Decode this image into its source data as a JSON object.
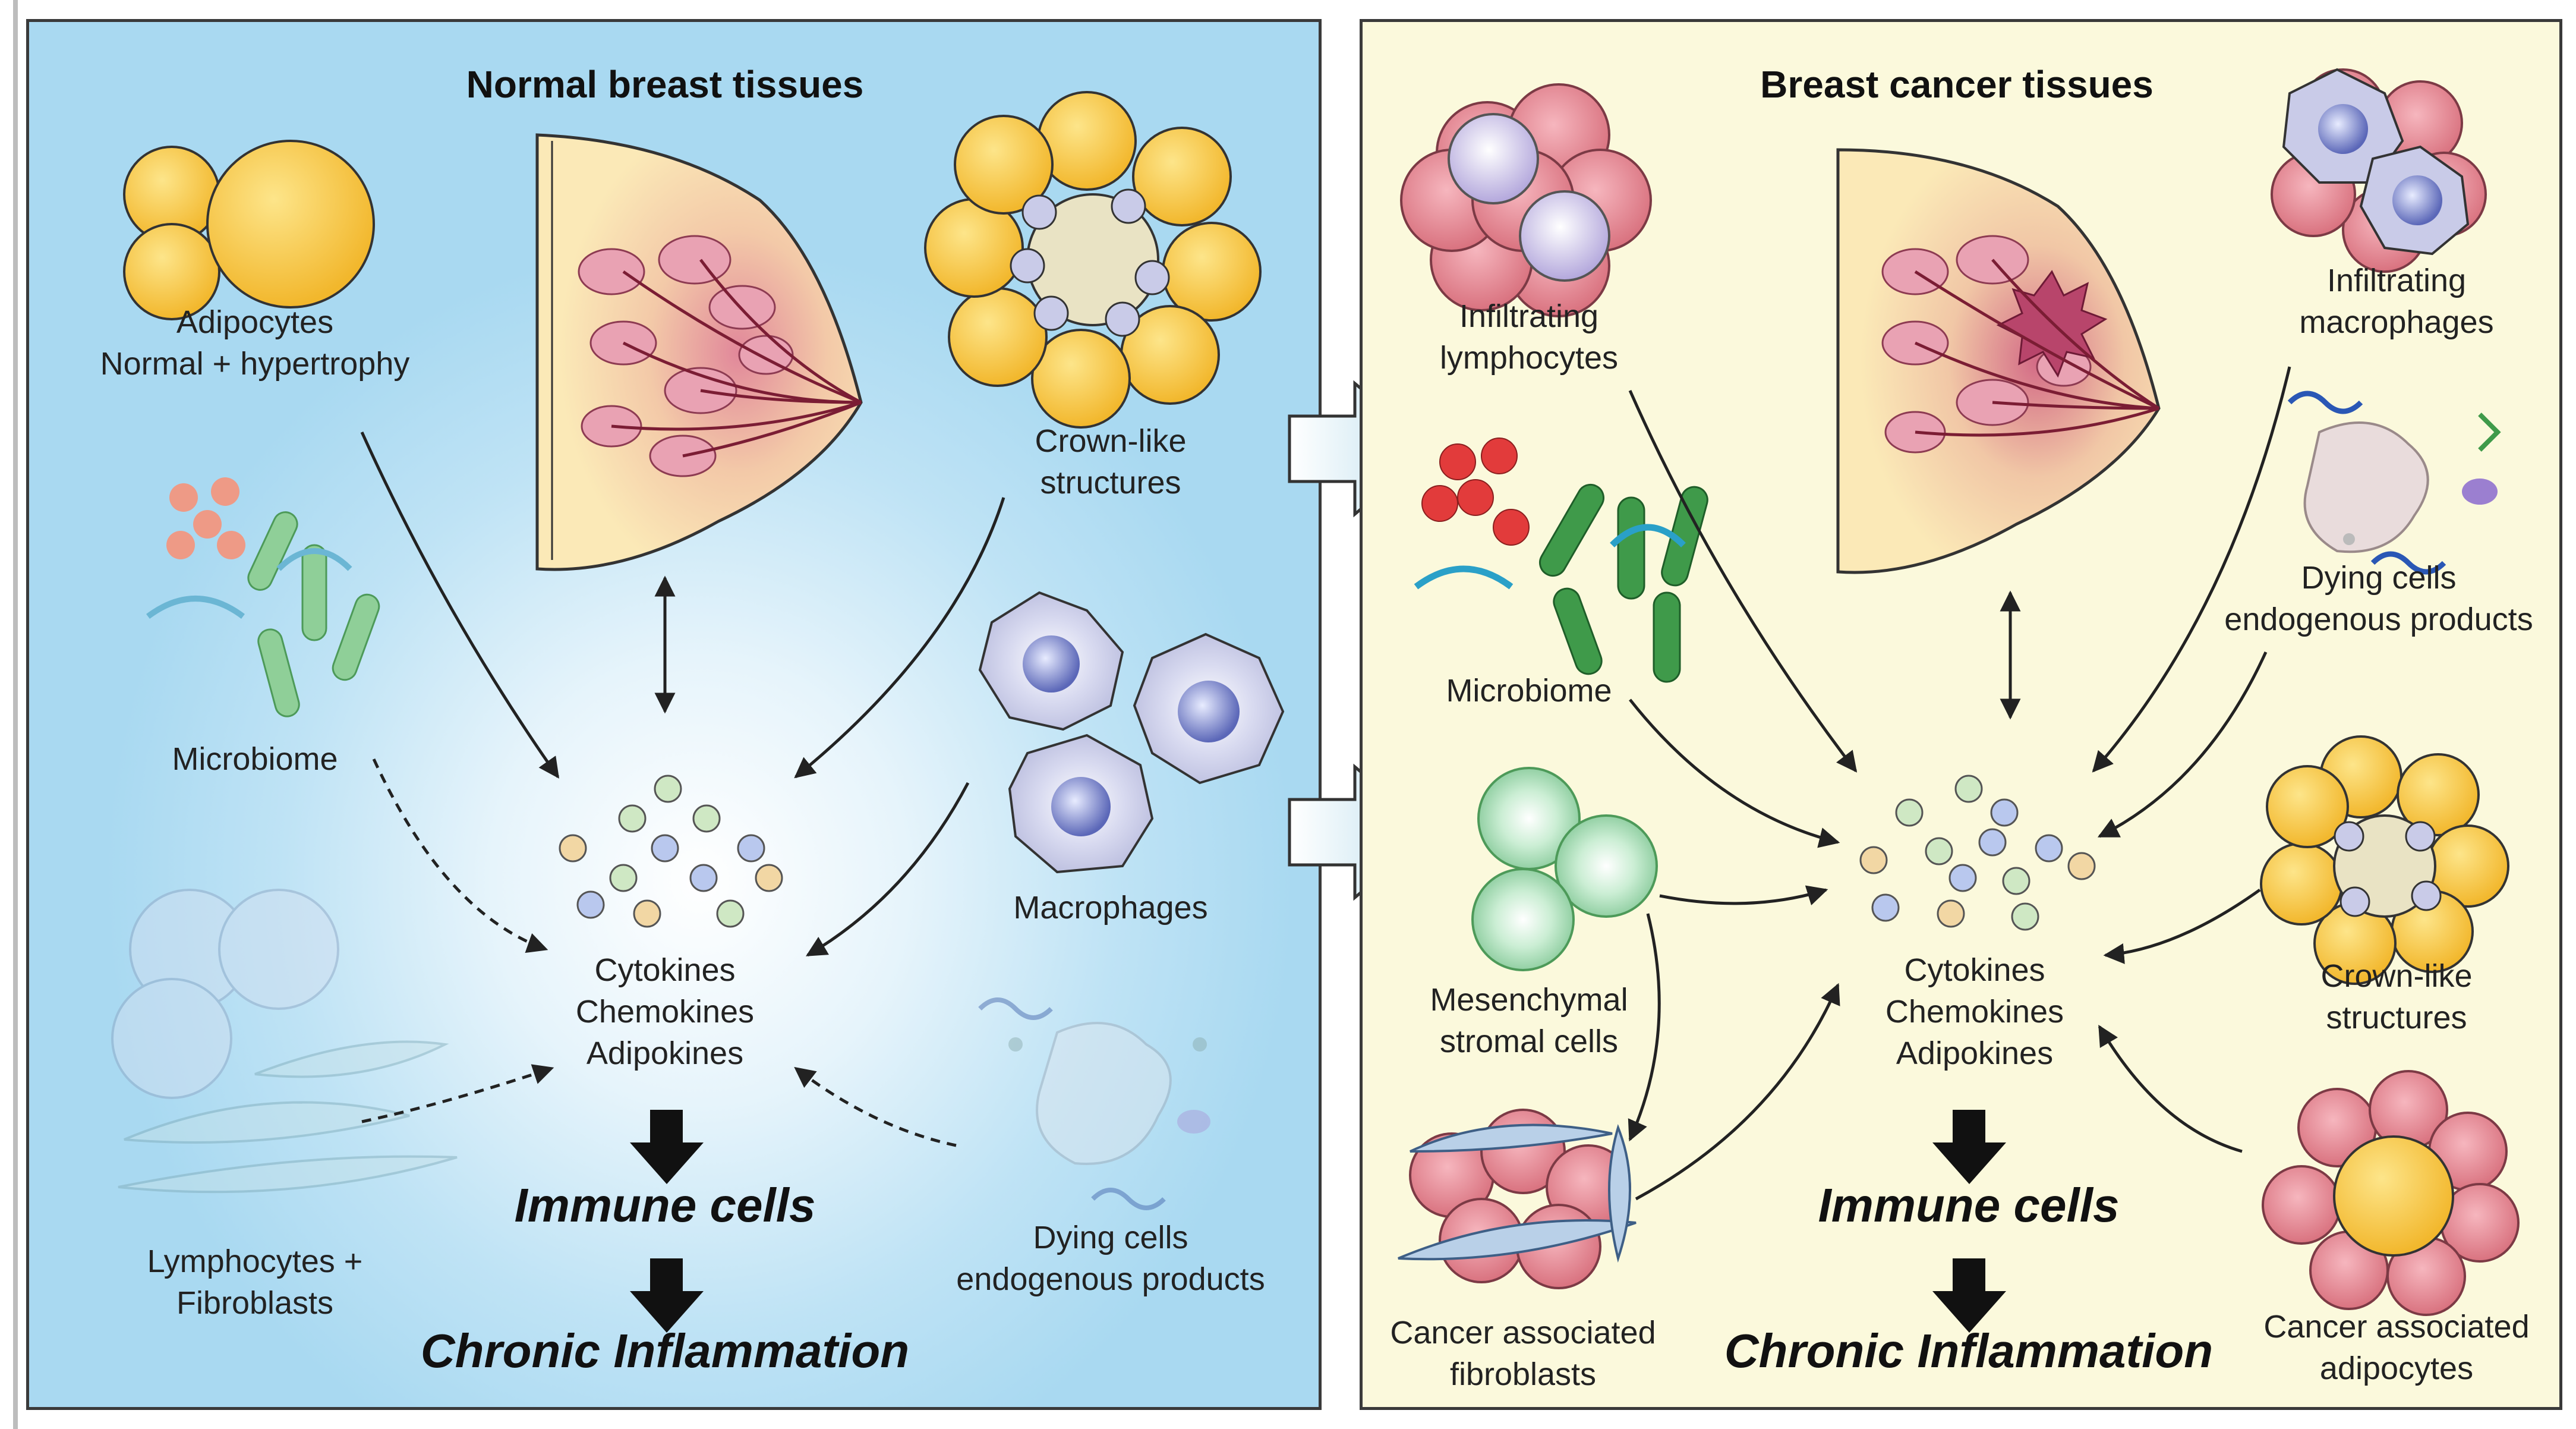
{
  "left_panel": {
    "title": "Normal breast tissues",
    "adipocytes": "Adipocytes\nNormal + hypertrophy",
    "crown_like": "Crown-like\nstructures",
    "microbiome": "Microbiome",
    "macrophages": "Macrophages",
    "lymphocytes_fibroblasts": "Lymphocytes +\nFibroblasts",
    "dying_cells": "Dying cells\nendogenous products",
    "cytokines": "Cytokines\nChemokines\nAdipokines",
    "immune_cells": "Immune cells",
    "chronic_inflammation": "Chronic Inflammation"
  },
  "right_panel": {
    "title": "Breast cancer tissues",
    "infiltrating_lymphocytes": "Infiltrating\nlymphocytes",
    "infiltrating_macrophages": "Infiltrating\nmacrophages",
    "microbiome": "Microbiome",
    "dying_cells": "Dying cells\nendogenous products",
    "mesenchymal": "Mesenchymal\nstromal cells",
    "crown_like": "Crown-like\nstructures",
    "caf": "Cancer associated\nfibroblasts",
    "caa": "Cancer associated\nadipocytes",
    "cytokines": "Cytokines\nChemokines\nAdipokines",
    "immune_cells": "Immune cells",
    "chronic_inflammation": "Chronic Inflammation"
  },
  "colors": {
    "left_bg": "#bfe3f5",
    "right_bg": "#fbf9dc",
    "adipocyte": "#f7c948",
    "macrophage": "#c9cbe8",
    "tumor_cell": "#e48d98",
    "stromal": "#b9e3c4",
    "bacteria_green": "#3f9a4a",
    "bacteria_red": "#e23b3b"
  }
}
